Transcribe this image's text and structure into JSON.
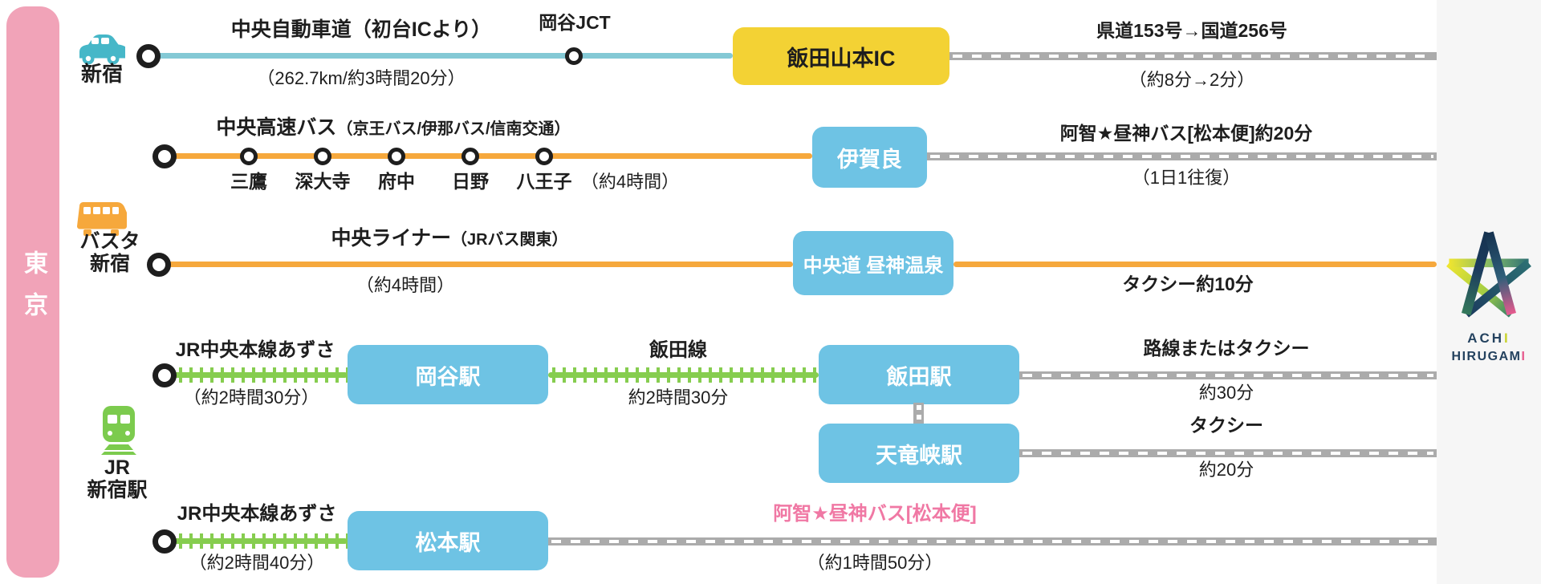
{
  "tokyo_bar": {
    "label": "東京"
  },
  "hubs": {
    "car_hub": "新宿",
    "bus_hub_line1": "バスタ",
    "bus_hub_line2": "新宿",
    "train_hub_line1": "JR",
    "train_hub_line2": "新宿駅"
  },
  "row_car": {
    "road_name": "中央自動車道（初台ICより）",
    "road_detail": "（262.7km/約3時間20分）",
    "junction": "岡谷JCT",
    "ic_box": "飯田山本IC",
    "local_road": "県道153号→国道256号",
    "local_road_time": "（約8分→2分）"
  },
  "row_highway_bus": {
    "line_name": "中央高速バス",
    "operators": "（京王バス/伊那バス/信南交通）",
    "stops": [
      "三鷹",
      "深大寺",
      "府中",
      "日野",
      "八王子"
    ],
    "duration": "（約4時間）",
    "station": "伊賀良",
    "connection": "阿智★昼神バス[松本便]約20分",
    "connection_note": "（1日1往復）"
  },
  "row_liner_bus": {
    "line_name": "中央ライナー",
    "operators": "（JRバス関東）",
    "duration": "（約4時間）",
    "station": "中央道 昼神温泉",
    "connection": "タクシー約10分"
  },
  "row_jr": {
    "line_name": "JR中央本線あずさ",
    "duration": "（約2時間30分）",
    "station1": "岡谷駅",
    "line2_name": "飯田線",
    "line2_duration": "約2時間30分",
    "station2": "飯田駅",
    "connection": "路線またはタクシー",
    "connection_time": "約30分",
    "branch_station": "天竜峡駅",
    "branch_connection": "タクシー",
    "branch_time": "約20分"
  },
  "row_matsumoto": {
    "line_name": "JR中央本線あずさ",
    "duration": "（約2時間40分）",
    "station": "松本駅",
    "bus_name": "阿智★昼神バス[松本便]",
    "bus_duration": "（約1時間50分）"
  },
  "logo": {
    "line1_main": "ACH",
    "line1_accent": "I",
    "line2_main": "HIRUGAM",
    "line2_accent": "I"
  },
  "theme": {
    "teal": "#84C9D5",
    "orange": "#F6A83C",
    "green": "#86CD4F",
    "station_blue": "#6EC3E4",
    "ic_yellow": "#F3D234",
    "road_gray": "#ABABAB",
    "tokyo_pink": "#F1A3B8",
    "accent_pink": "#F078A4",
    "logo_navy": "#24425F"
  }
}
